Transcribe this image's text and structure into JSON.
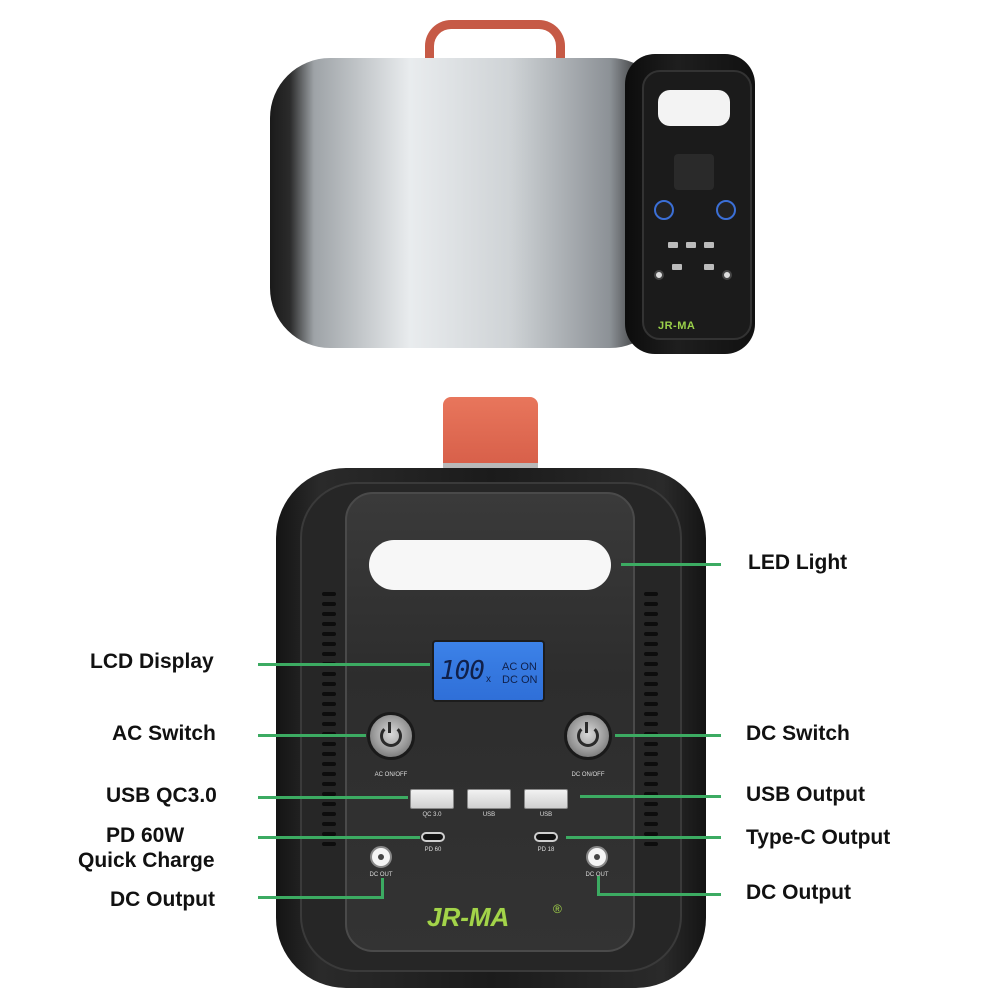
{
  "side_view": {
    "logo": "JR-MA"
  },
  "front_view": {
    "lcd": {
      "value": "100",
      "unit": "x",
      "line1": "AC ON",
      "line2": "DC ON"
    },
    "ac_switch_label": "AC ON/OFF",
    "dc_switch_label": "DC ON/OFF",
    "usb_port_labels": [
      "QC 3.0",
      "USB",
      "USB"
    ],
    "typec_left_label": "PD 60",
    "typec_right_label": "PD 18",
    "dc_out_left_label": "DC OUT",
    "dc_out_right_label": "DC OUT",
    "brand": "JR-MA",
    "brand_mark": "®"
  },
  "callouts": {
    "left": {
      "lcd_display": "LCD Display",
      "ac_switch": "AC Switch",
      "usb_qc": "USB QC3.0",
      "pd_line1": "PD 60W",
      "pd_line2": "Quick Charge",
      "dc_output": "DC Output"
    },
    "right": {
      "led_light": "LED Light",
      "dc_switch": "DC Switch",
      "usb_output": "USB Output",
      "typec_output": "Type-C Output",
      "dc_output": "DC Output"
    }
  },
  "colors": {
    "callout_line": "#3cab62",
    "brand": "#a3d44a",
    "handle": "#d8604a",
    "lcd": "#3c82e8"
  }
}
